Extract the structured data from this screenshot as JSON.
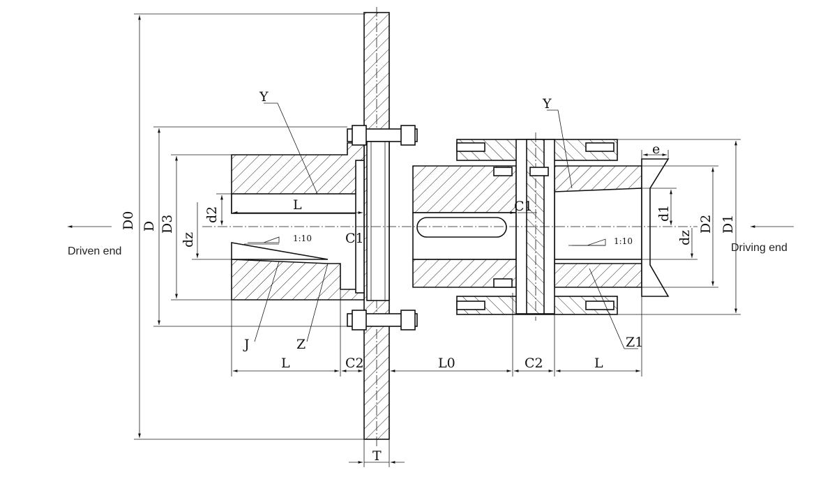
{
  "labels": {
    "driven_end": "Driven end",
    "driving_end": "Driving end",
    "D0": "D0",
    "D": "D",
    "D3": "D3",
    "d2": "d2",
    "dz_left": "dz",
    "L_top_left": "L",
    "taper_left": "1:10",
    "C1_left": "C1",
    "Y_left": "Y",
    "J": "J",
    "Z": "Z",
    "L_bottom_left": "L",
    "C2_left": "C2",
    "L0": "L0",
    "C2_right": "C2",
    "L_bottom_right": "L",
    "T": "T",
    "Y_right": "Y",
    "e": "e",
    "C1_right": "C1",
    "d1": "d1",
    "dz_right": "dz",
    "taper_right": "1:10",
    "D2": "D2",
    "D1": "D1",
    "Z1": "Z1"
  },
  "colors": {
    "line": "#111111",
    "background": "#ffffff"
  }
}
